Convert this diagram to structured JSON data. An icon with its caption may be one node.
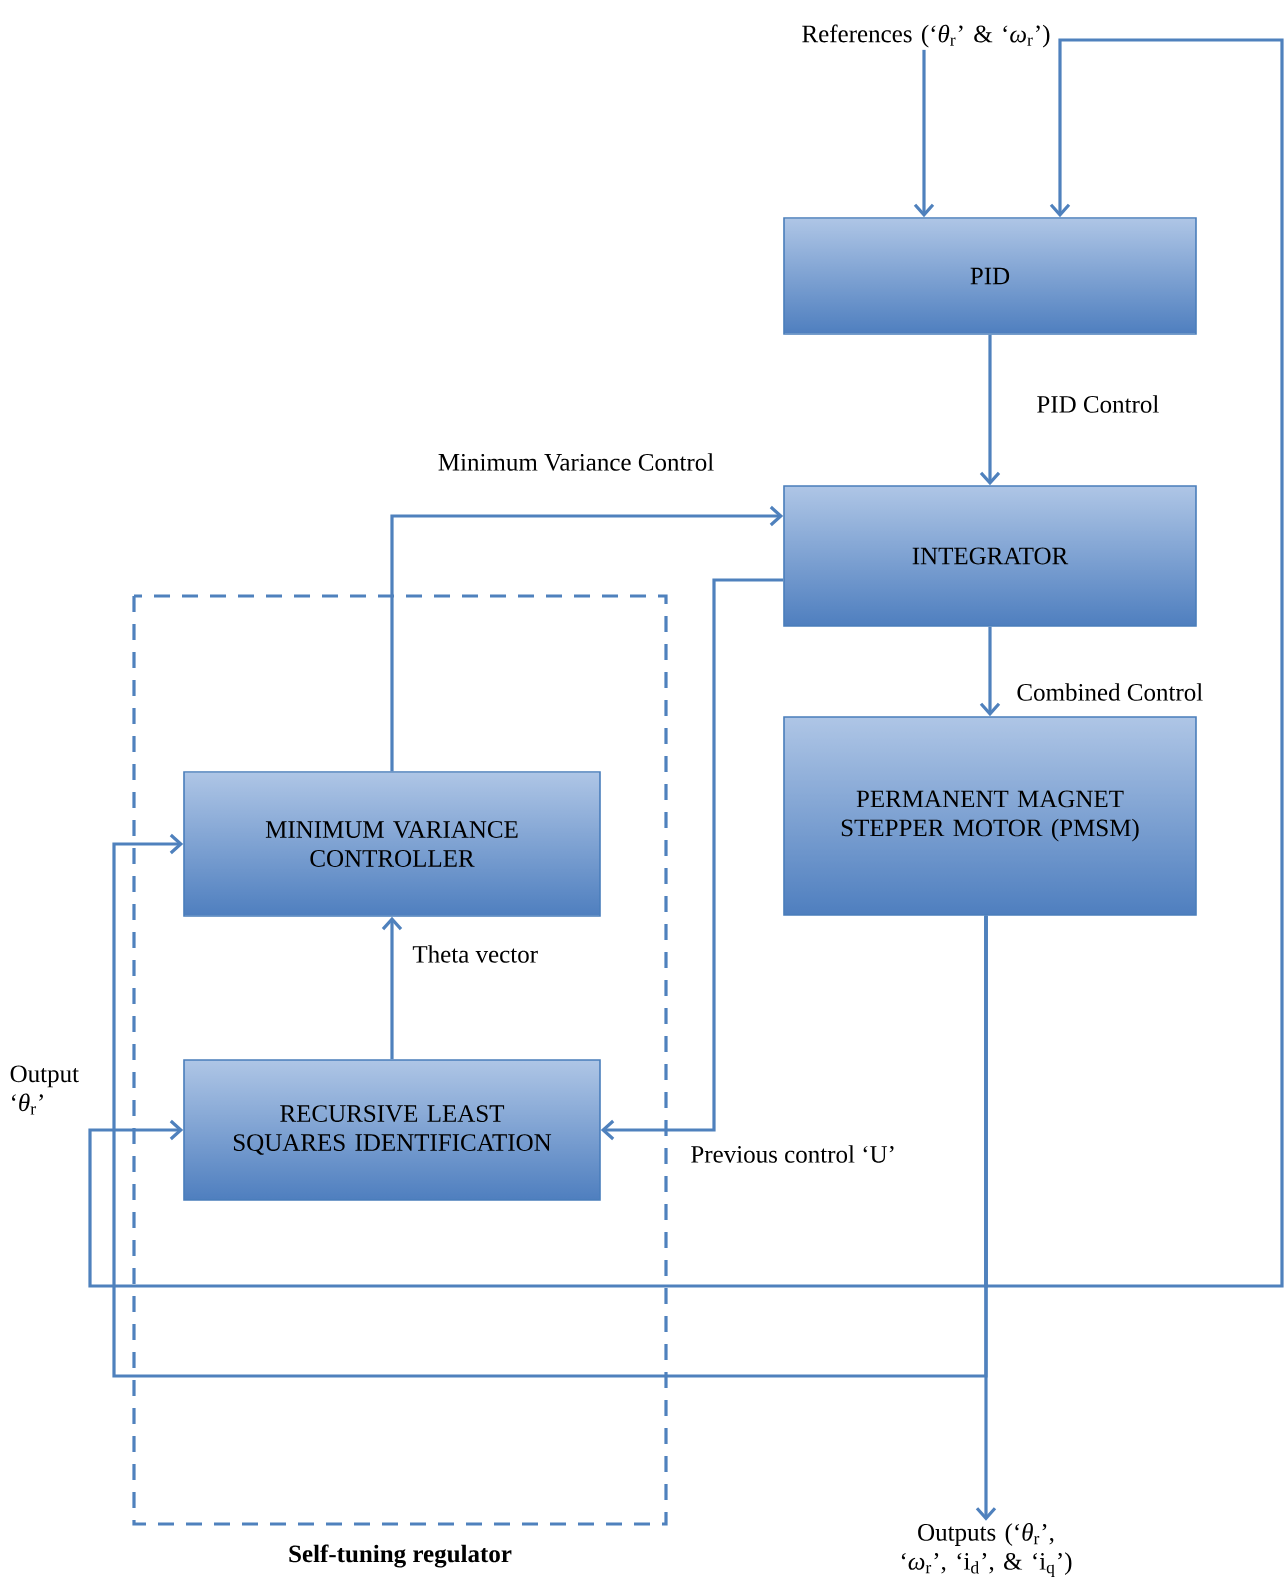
{
  "diagram": {
    "nodes": [
      {
        "text": [
          "PID"
        ]
      },
      {
        "text": [
          "INTEGRATOR"
        ]
      },
      {
        "text": [
          "PERMANENT MAGNET STEPPER MOTOR (PMSM)"
        ]
      },
      {
        "text": [
          "Self-tuning regulator"
        ]
      },
      {
        "text": [
          "MINIMUM VARIANCE CONTROLLER"
        ],
        "in": 3
      },
      {
        "text": [
          "RECURSIVE LEAST SQUARES IDENTIFICATION"
        ],
        "in": 3
      },
      {
        "text": [
          "References (‘*θ*$_{r}$’ & ‘*ω*$_{r}$’)"
        ]
      },
      {
        "text": [
          "Outputs (‘*θ*$_{r}$’, ‘*ω*$_{r}$’, ‘i$_{d}$’, & ‘i$_{q}$’)"
        ]
      }
    ],
    "edges": [
      {
        "from": 6,
        "to": 0,
        "arrow": "to"
      },
      {
        "from": 0,
        "to": 1,
        "arrow": "to",
        "label": "PID Control"
      },
      {
        "from": 1,
        "to": 2,
        "arrow": "to",
        "label": "Combined Control"
      },
      {
        "from": 4,
        "to": 1,
        "arrow": "to",
        "label": "Minimum Variance Control"
      },
      {
        "from": 5,
        "to": 4,
        "arrow": "to",
        "label": "Theta vector"
      },
      {
        "from": 1,
        "to": 5,
        "arrow": "to",
        "label": "Previous control ‘U’"
      },
      {
        "from": 2,
        "to": 7,
        "arrow": "to"
      },
      {
        "from": 2,
        "to": 4,
        "arrow": "to"
      },
      {
        "from": 2,
        "to": 5,
        "arrow": "to",
        "label": "Output ‘*θ*$_{r}$’"
      },
      {
        "from": 2,
        "to": 0,
        "arrow": "to"
      }
    ]
  }
}
